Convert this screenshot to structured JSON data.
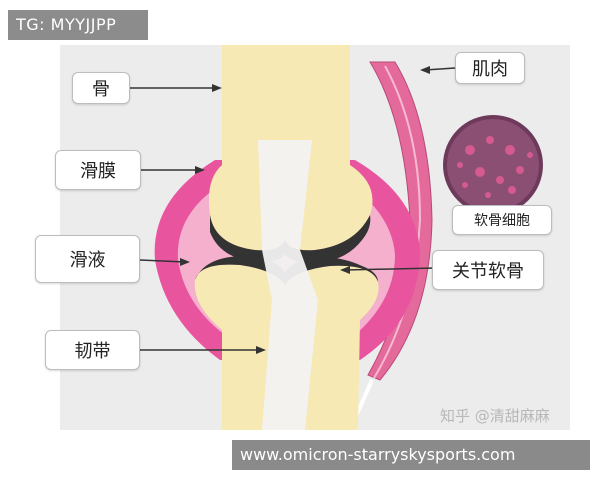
{
  "top_tag": "TG: MYYJJPP",
  "labels": {
    "bone": "骨",
    "synovium": "滑膜",
    "synovial_fluid": "滑液",
    "ligament": "韧带",
    "muscle": "肌肉",
    "cartilage_cells": "软骨细胞",
    "articular_cartilage": "关节软骨"
  },
  "watermark": "知乎 @清甜麻麻",
  "url": "www.omicron-starryskysports.com",
  "colors": {
    "bone": "#f6e9b4",
    "synovium": "#e8559e",
    "synovial_fluid": "#f4b0cc",
    "cartilage_dark": "#333333",
    "ligament": "#f2f2f2",
    "muscle": "#e56a9c",
    "background_panel": "#ececec"
  }
}
